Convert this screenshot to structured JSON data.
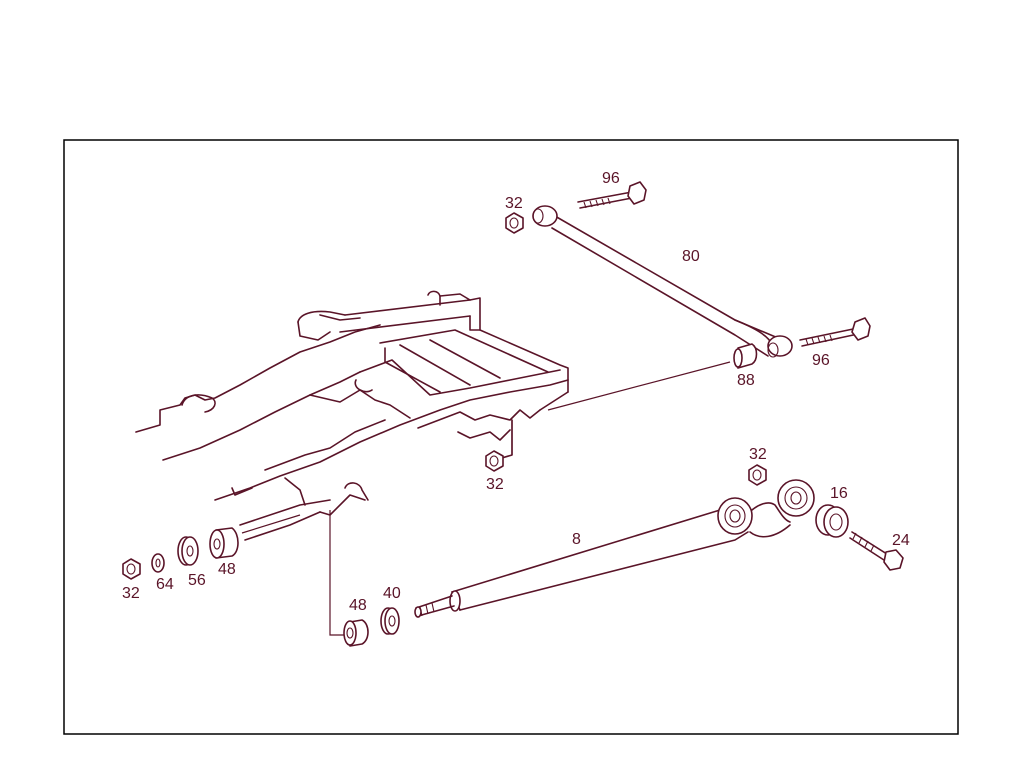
{
  "colors": {
    "ink": "#5a1428",
    "frame": "#000000",
    "background": "#ffffff"
  },
  "callouts": {
    "bolt_upper_left": "96",
    "nut_upper": "32",
    "rod_upper": "80",
    "bolt_upper_right": "96",
    "bushing_upper": "88",
    "nut_frame": "32",
    "nut_arm": "32",
    "bushing_arm": "16",
    "bolt_arm": "24",
    "arm_lower": "8",
    "nut_left": "32",
    "washer_small": "64",
    "washer_large": "56",
    "bushing_left": "48",
    "bushing_lower": "48",
    "washer_lower": "40"
  }
}
